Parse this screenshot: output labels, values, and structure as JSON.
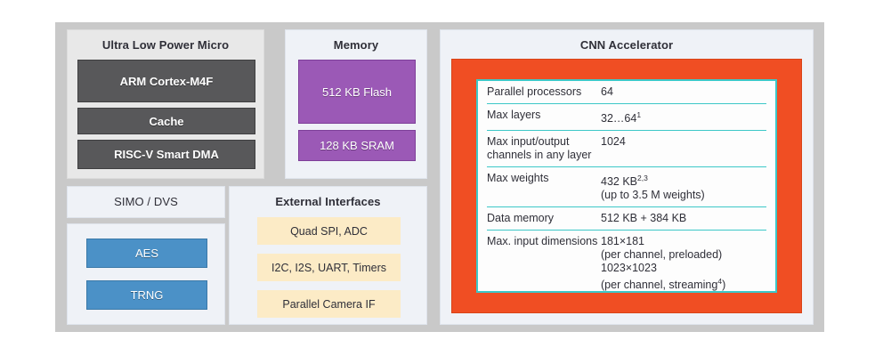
{
  "colors": {
    "frame": "#c9c9c9",
    "panel_bg": "#eff2f7",
    "dark_block": "#58585a",
    "purple": "#9b59b6",
    "blue": "#4b91c7",
    "cream": "#fcebc6",
    "orange": "#f04e23",
    "teal": "#3dc8c8"
  },
  "ultra_low_power_micro": {
    "title": "Ultra Low Power Micro",
    "blocks": [
      {
        "label": "ARM Cortex-M4F"
      },
      {
        "label": "Cache"
      },
      {
        "label": "RISC-V Smart DMA"
      }
    ]
  },
  "power_mgmt": {
    "title": "SIMO / DVS"
  },
  "security": {
    "blocks": [
      {
        "label": "AES"
      },
      {
        "label": "TRNG"
      }
    ]
  },
  "memory": {
    "title": "Memory",
    "blocks": [
      {
        "label": "512 KB Flash"
      },
      {
        "label": "128 KB SRAM"
      }
    ]
  },
  "external_interfaces": {
    "title": "External Interfaces",
    "blocks": [
      {
        "label": "Quad SPI, ADC"
      },
      {
        "label": "I2C, I2S, UART, Timers"
      },
      {
        "label": "Parallel Camera IF"
      }
    ]
  },
  "cnn_accelerator": {
    "title": "CNN Accelerator",
    "specs": [
      {
        "label": "Parallel processors",
        "value": "64",
        "sup": ""
      },
      {
        "label": "Max layers",
        "value": "32…64",
        "sup": "1"
      },
      {
        "label": "Max input/output channels in any layer",
        "value": "1024",
        "sup": ""
      },
      {
        "label": "Max weights",
        "value": "432 KB",
        "sup": "2,3",
        "value2": "(up to 3.5 M weights)"
      },
      {
        "label": "Data memory",
        "value": "512 KB + 384 KB",
        "sup": ""
      },
      {
        "label": "Max. input dimensions",
        "value": "181×181\n(per channel, preloaded)\n1023×1023\n(per channel, streaming",
        "sup": "4",
        "value_tail": ")"
      }
    ]
  }
}
